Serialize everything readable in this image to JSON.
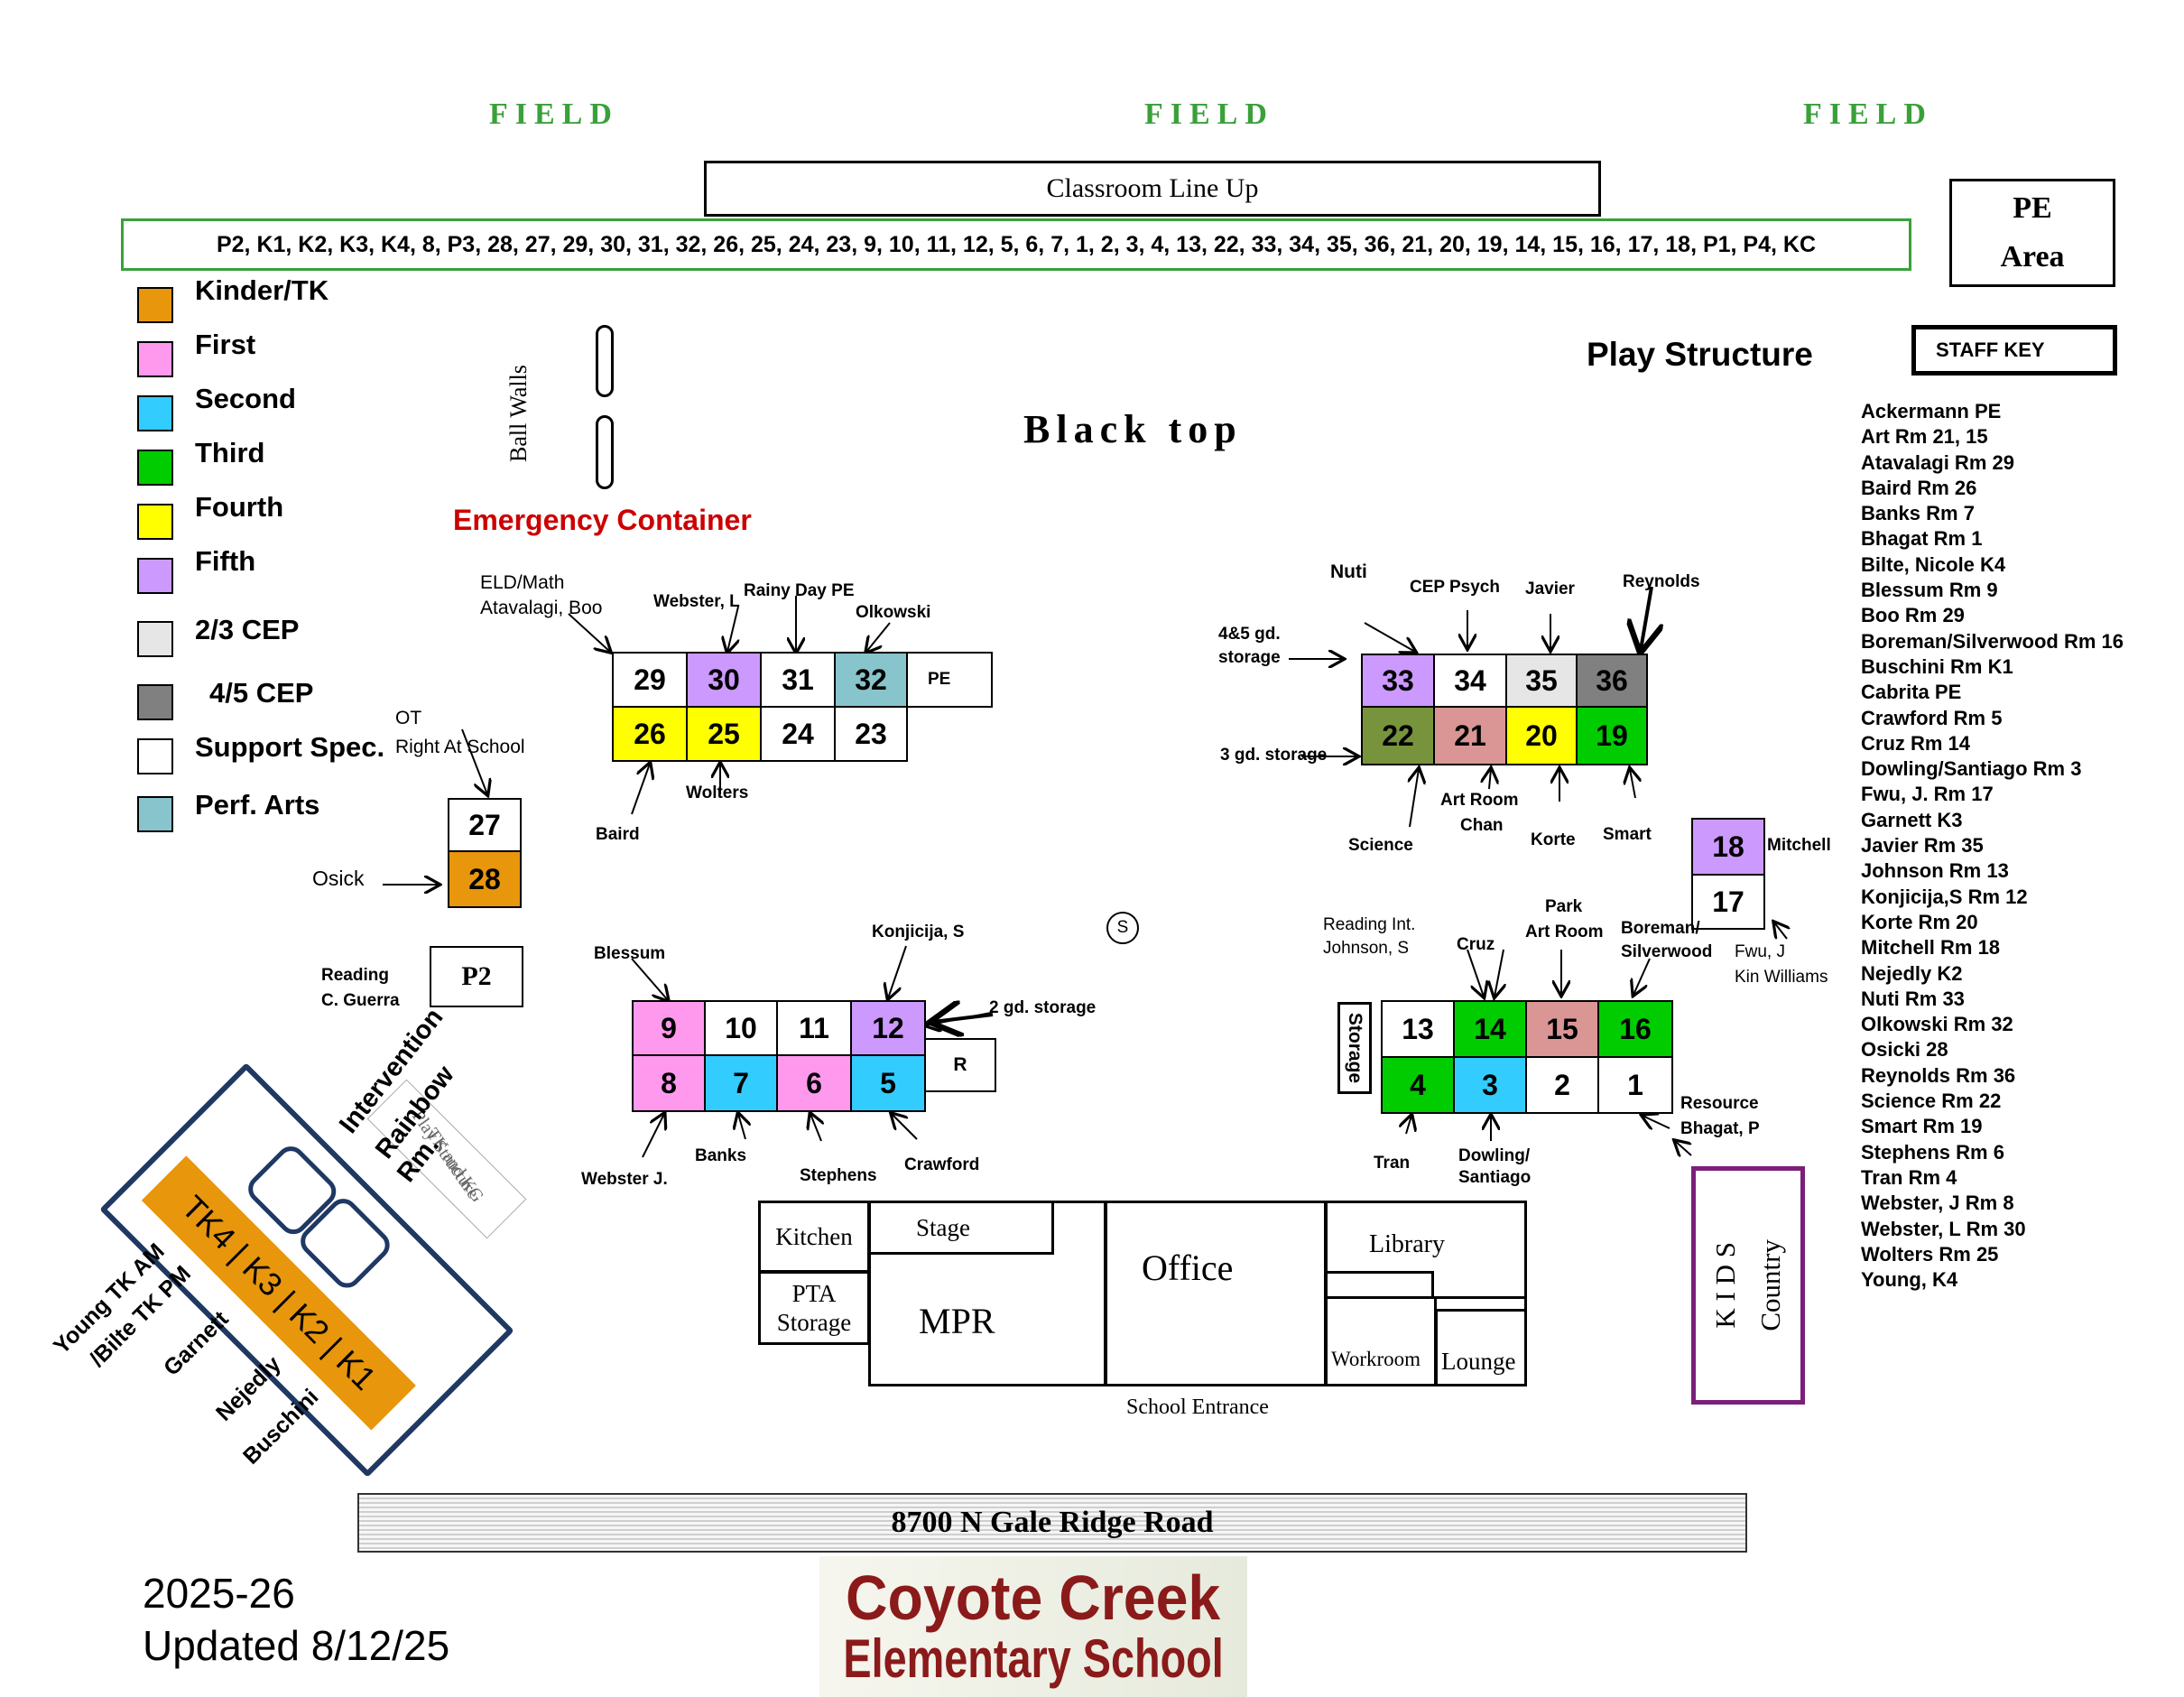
{
  "fields": [
    "FIELD",
    "FIELD",
    "FIELD"
  ],
  "lineup_title": "Classroom Line Up",
  "lineup_order": "P2, K1, K2, K3, K4, 8, P3, 28, 27, 29, 30, 31, 32, 26, 25, 24, 23, 9, 10, 11, 12, 5, 6, 7, 1, 2, 3, 4, 13, 22, 33, 34, 35, 36, 21, 20, 19, 14, 15, 16, 17, 18, P1, P4, KC",
  "pe_area": [
    "PE",
    "Area"
  ],
  "staff_key_title": "STAFF KEY",
  "play_structure": "Play Structure",
  "blacktop": "Black top",
  "ball_walls": "Ball Walls",
  "emergency_container": "Emergency Container",
  "colors": {
    "kinder": "#e8960c",
    "first": "#ff99ee",
    "second": "#33ccff",
    "third": "#00cc00",
    "fourth": "#ffff00",
    "fifth": "#cc99ff",
    "cep23": "#e6e6e6",
    "cep45": "#808080",
    "support": "#ffffff",
    "perf": "#88c4cc",
    "science": "#77933c",
    "art": "#d99694",
    "field_green": "#3aa03a",
    "emergency_red": "#cc0000",
    "kids_country": "#7b1f7b"
  },
  "legend": [
    {
      "label": "Kinder/TK",
      "color": "#e8960c"
    },
    {
      "label": "First",
      "color": "#ff99ee"
    },
    {
      "label": "Second",
      "color": "#33ccff"
    },
    {
      "label": "Third",
      "color": "#00cc00"
    },
    {
      "label": "Fourth",
      "color": "#ffff00"
    },
    {
      "label": "Fifth",
      "color": "#cc99ff"
    },
    {
      "label": "2/3 CEP",
      "color": "#e6e6e6"
    },
    {
      "label": "4/5 CEP",
      "color": "#808080"
    },
    {
      "label": "Support Spec.",
      "color": "#ffffff"
    },
    {
      "label": "Perf. Arts",
      "color": "#88c4cc"
    }
  ],
  "rooms": {
    "r29": "29",
    "r30": "30",
    "r31": "31",
    "r32": "32",
    "pe": "PE",
    "r26": "26",
    "r25": "25",
    "r24": "24",
    "r23": "23",
    "r27": "27",
    "r28": "28",
    "p2": "P2",
    "r9": "9",
    "r10": "10",
    "r11": "11",
    "r12": "12",
    "r8": "8",
    "r7": "7",
    "r6": "6",
    "r5": "5",
    "r": "R",
    "r33": "33",
    "r34": "34",
    "r35": "35",
    "r36": "36",
    "r22": "22",
    "r21": "21",
    "r20": "20",
    "r19": "19",
    "r18": "18",
    "r17": "17",
    "r13": "13",
    "r14": "14",
    "r15": "15",
    "r16": "16",
    "r4": "4",
    "r3": "3",
    "r2": "2",
    "r1": "1",
    "storage": "Storage",
    "kinder_block": "TK4 | K3 | K2 | K1"
  },
  "labels": {
    "eld_math": "ELD/Math",
    "atavalagi_boo": "Atavalagi, Boo",
    "webster_l": "Webster, L",
    "rainy_day_pe": "Rainy Day PE",
    "olkowski": "Olkowski",
    "baird": "Baird",
    "wolters": "Wolters",
    "ot": "OT",
    "right_at_school": "Right At School",
    "osick": "Osick",
    "reading": "Reading",
    "c_guerra": "C. Guerra",
    "blessum": "Blessum",
    "konjicija": "Konjicija, S",
    "gd2_storage": "2 gd. storage",
    "webster_j": "Webster J.",
    "banks": "Banks",
    "stephens": "Stephens",
    "crawford": "Crawford",
    "nuti": "Nuti",
    "cep_psych": "CEP Psych",
    "javier": "Javier",
    "reynolds": "Reynolds",
    "gd45_storage_1": "4&5 gd.",
    "gd45_storage_2": "storage",
    "gd3_storage": "3 gd. storage",
    "science": "Science",
    "art_room": "Art Room",
    "chan": "Chan",
    "korte": "Korte",
    "smart": "Smart",
    "mitchell": "Mitchell",
    "fwu_j": "Fwu, J",
    "kin_williams": "Kin Williams",
    "reading_int": "Reading Int.",
    "johnson_s": "Johnson, S",
    "cruz": "Cruz",
    "park": "Park",
    "park_art_room": "Art Room",
    "boreman": "Boreman/",
    "silverwood": "Silverwood",
    "tran": "Tran",
    "dowling": "Dowling/",
    "santiago": "Santiago",
    "resource": "Resource",
    "bhagat_p": "Bhagat, P",
    "intervention": "Intervention",
    "rainbow": "Rainbow",
    "rm": "Rm.",
    "tk_kg_1": "TK and KG",
    "tk_kg_2": "Play Structure",
    "young": "Young TK AM",
    "bilte": "/Bilte TK PM",
    "garnett": "Garnett",
    "nejedly": "Nejedly",
    "buschini": "Buschini",
    "s_marker": "S"
  },
  "buildings": {
    "kitchen": "Kitchen",
    "stage": "Stage",
    "pta_1": "PTA",
    "pta_2": "Storage",
    "mpr": "MPR",
    "office": "Office",
    "library": "Library",
    "workroom": "Workroom",
    "lounge": "Lounge",
    "school_entrance": "School Entrance",
    "kids": "K I D S",
    "country": "Country"
  },
  "road": "8700 N Gale Ridge Road",
  "year": "2025-26",
  "updated": "Updated 8/12/25",
  "logo_line1": "Coyote Creek",
  "logo_line2": "Elementary School",
  "staff_key": [
    "Ackermann PE",
    "Art Rm 21, 15",
    "Atavalagi Rm 29",
    "Baird Rm 26",
    "Banks Rm 7",
    "Bhagat Rm 1",
    "Bilte, Nicole K4",
    "Blessum Rm 9",
    "Boo Rm 29",
    "Boreman/Silverwood  Rm 16",
    "Buschini  Rm K1",
    "Cabrita PE",
    "Crawford Rm 5",
    "Cruz Rm 14",
    "Dowling/Santiago  Rm 3",
    "Fwu, J. Rm 17",
    "Garnett K3",
    "Javier Rm 35",
    "Johnson Rm 13",
    "Konjicija,S Rm 12",
    "Korte Rm 20",
    "Mitchell Rm 18",
    "Nejedly K2",
    "Nuti Rm 33",
    "Olkowski Rm 32",
    "Osicki 28",
    "Reynolds Rm 36",
    "Science   Rm 22",
    "Smart Rm 19",
    "Stephens Rm 6",
    "Tran Rm 4",
    "Webster, J Rm 8",
    "Webster, L Rm 30",
    "Wolters Rm 25",
    "Young, K4"
  ]
}
